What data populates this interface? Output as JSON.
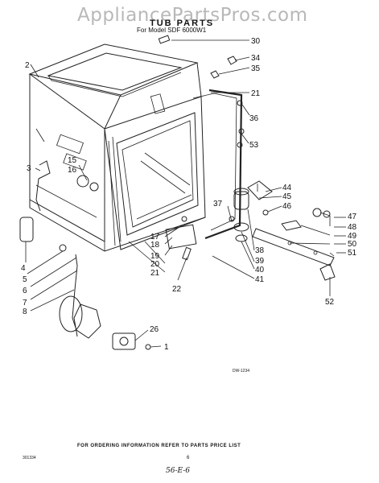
{
  "watermark": "AppliancePartsPros.com",
  "header": {
    "title": "TUB PARTS",
    "subtitle": "For Model SDF 6000W1"
  },
  "ref_code": "DW-1234",
  "footer": {
    "note": "FOR ORDERING INFORMATION REFER TO PARTS PRICE LIST",
    "doc_number": "301334",
    "page": "6",
    "handwritten": "56-E-6"
  },
  "callouts": {
    "c1": "1",
    "c2": "2",
    "c3": "3",
    "c4": "4",
    "c5": "5",
    "c6": "6",
    "c7": "7",
    "c8": "8",
    "c15": "15",
    "c16": "16",
    "c17": "17",
    "c18": "18",
    "c19": "19",
    "c20": "20",
    "c21a": "21",
    "c21b": "21",
    "c22": "22",
    "c26": "26",
    "c30": "30",
    "c34": "34",
    "c35": "35",
    "c36": "36",
    "c37": "37",
    "c38": "38",
    "c39": "39",
    "c40": "40",
    "c41": "41",
    "c44": "44",
    "c45": "45",
    "c46": "46",
    "c47": "47",
    "c48": "48",
    "c49": "49",
    "c50": "50",
    "c51": "51",
    "c52": "52",
    "c53": "53"
  }
}
